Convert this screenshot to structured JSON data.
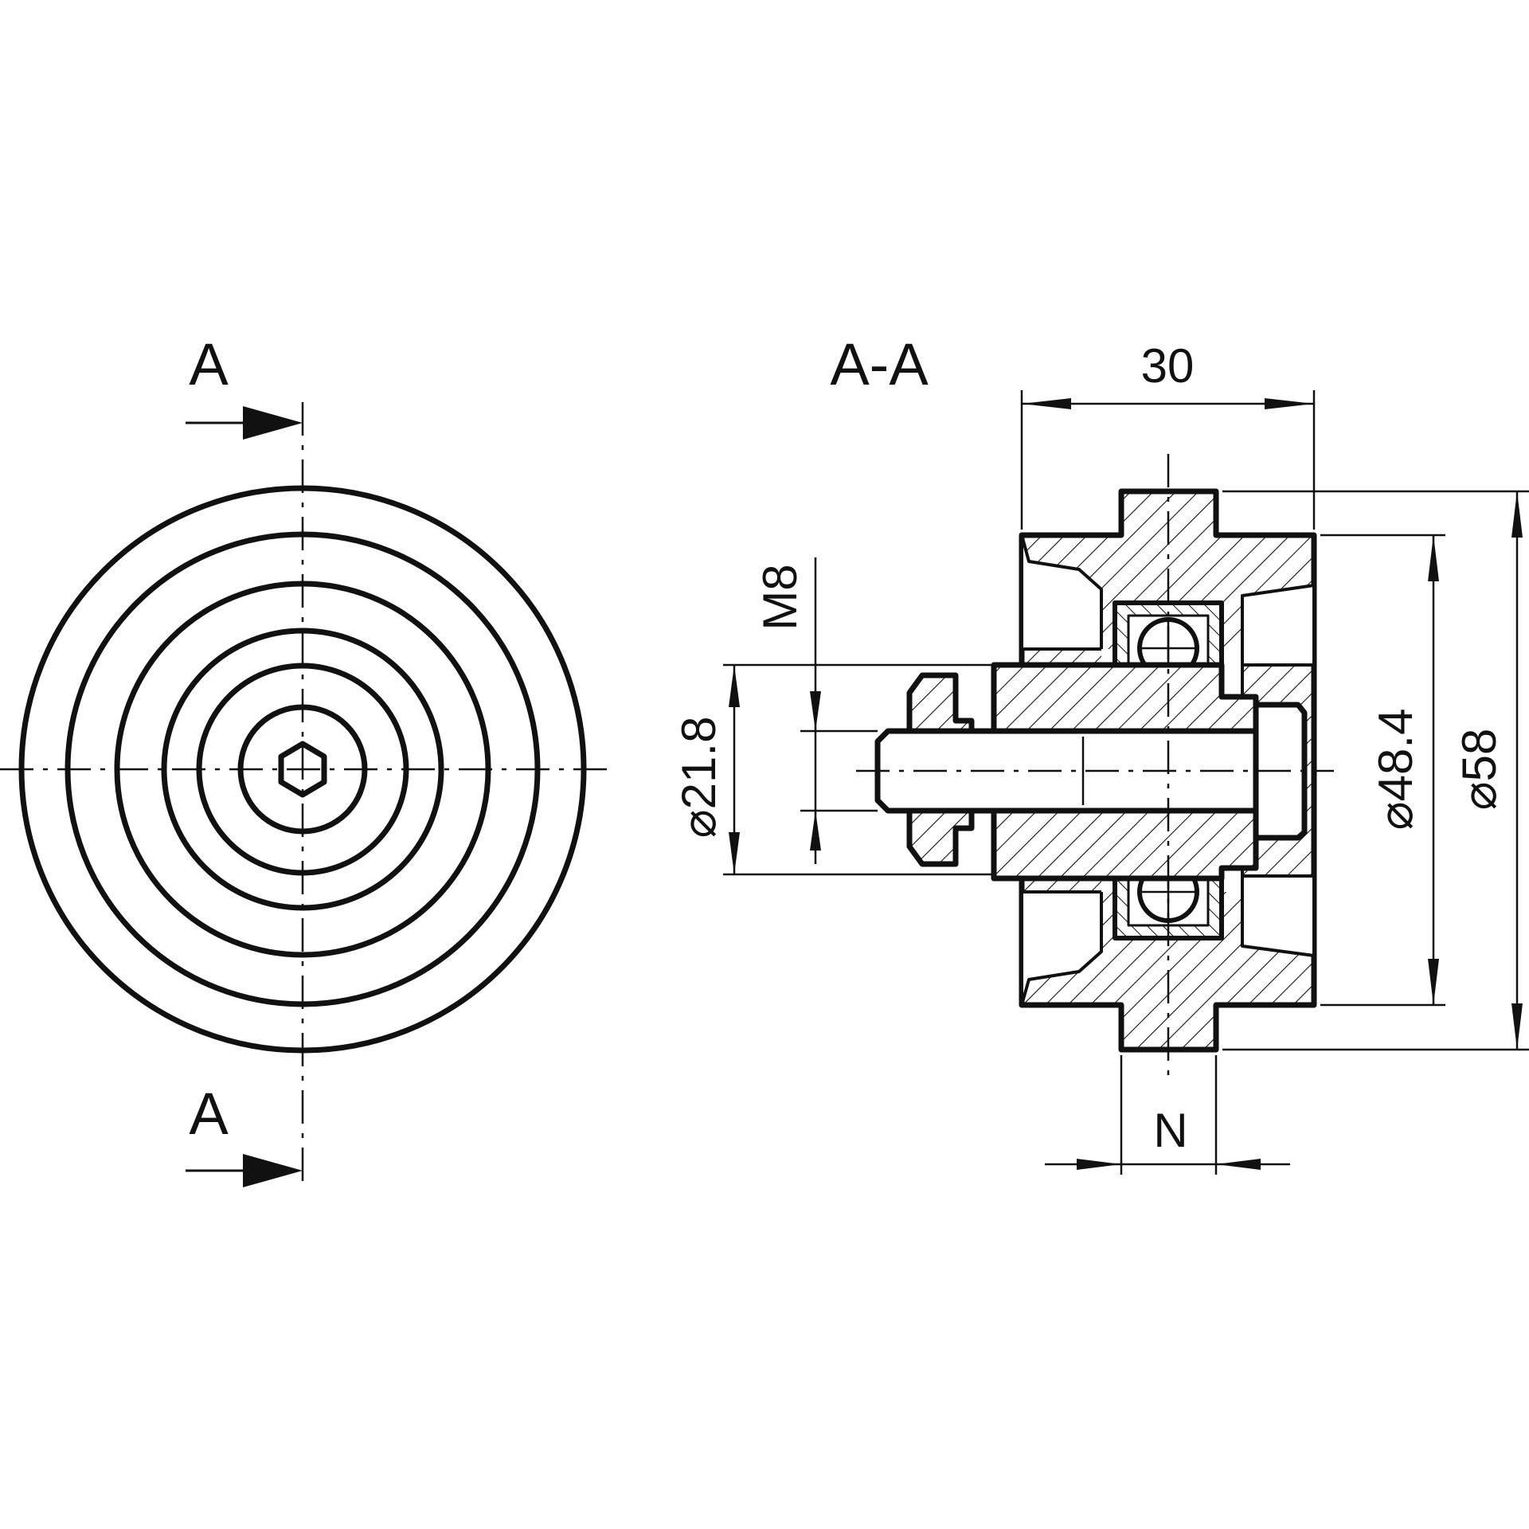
{
  "front_view": {
    "section_marker_top": "A",
    "section_marker_bottom": "A"
  },
  "section_view": {
    "title": "A-A",
    "dimensions": {
      "width": "30",
      "thread": "M8",
      "d_inner": "⌀21.8",
      "d_middle": "⌀48.4",
      "d_outer": "⌀58",
      "groove": "N"
    }
  },
  "icons": {
    "section_arrow_top": "section-arrow-icon",
    "section_arrow_bottom": "section-arrow-icon",
    "hex_socket": "hex-socket-icon",
    "ball_bearing": "ball-bearing-icon"
  }
}
